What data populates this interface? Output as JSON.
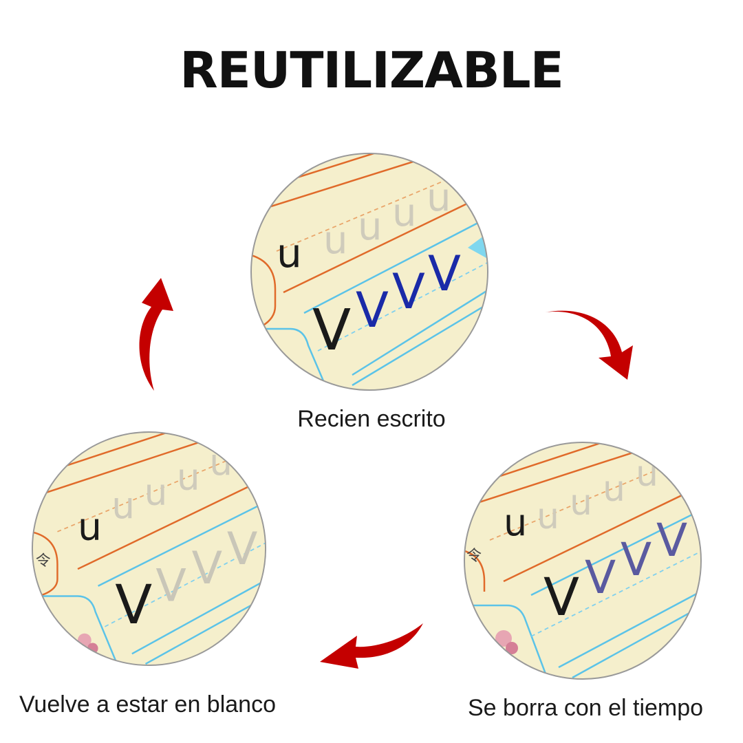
{
  "title": "REUTILIZABLE",
  "stages": [
    {
      "caption": "Recien escrito",
      "ink_color": "#1a2aa8",
      "model_letter": "u",
      "trace_letter": "V"
    },
    {
      "caption": "Se borra con el tiempo",
      "ink_color": "#5a5aa0",
      "model_letter": "u",
      "trace_letter": "V"
    },
    {
      "caption": "Vuelve a estar en blanco",
      "ink_color": "#c9c6b8",
      "model_letter": "u",
      "trace_letter": "V"
    }
  ],
  "colors": {
    "paper": "#f5efcc",
    "orange_line": "#e06a2a",
    "blue_line": "#5bc3e8",
    "arrow_red": "#c40000",
    "guide_letter": "#cfcbbb"
  },
  "icons": [
    "cycle-arrow-icon"
  ]
}
